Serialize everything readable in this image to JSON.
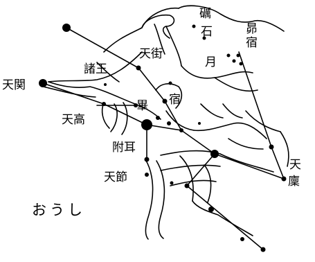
{
  "labels": {
    "tengai": "天街",
    "shoou": "諸王",
    "tenkan": "天関",
    "tenkou": "天高",
    "hitsu": "畢",
    "shuku_hitsu": "宿",
    "fuji": "附耳",
    "tensetsu": "天節",
    "gatsu": "月",
    "shaku_a": "礪",
    "shaku_b": "石",
    "bou_a": "昴",
    "bou_b": "宿",
    "ten_a": "天",
    "ten_b": "廩"
  },
  "title": "おうし",
  "colors": {
    "ink": "#000000",
    "paper": "#ffffff"
  }
}
